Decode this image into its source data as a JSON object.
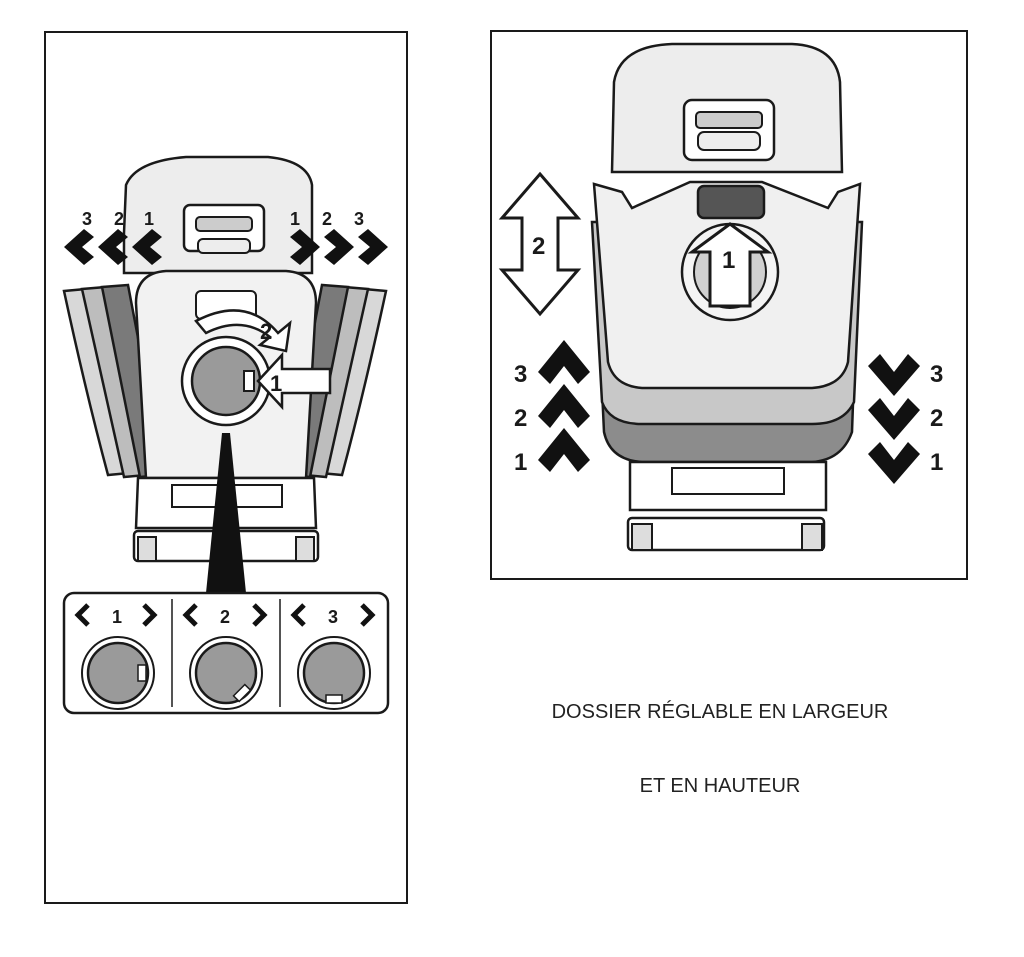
{
  "left_panel": {
    "width_levels_left": [
      "3",
      "2",
      "1"
    ],
    "width_levels_right": [
      "1",
      "2",
      "3"
    ],
    "knob_steps": [
      "1",
      "2"
    ],
    "detail_positions": [
      "1",
      "2",
      "3"
    ]
  },
  "right_panel": {
    "headrest_steps": [
      "1",
      "2"
    ],
    "height_levels_up": [
      "3",
      "2",
      "1"
    ],
    "height_levels_down": [
      "3",
      "2",
      "1"
    ]
  },
  "caption": {
    "line1": "DOSSIER RÉGLABLE EN LARGEUR",
    "line2": "ET EN HAUTEUR"
  },
  "colors": {
    "outline": "#1a1a1a",
    "seat_light": "#ededed",
    "seat_mid": "#c8c8c8",
    "seat_dark": "#8c8c8c",
    "wing_dark": "#7a7a7a"
  }
}
